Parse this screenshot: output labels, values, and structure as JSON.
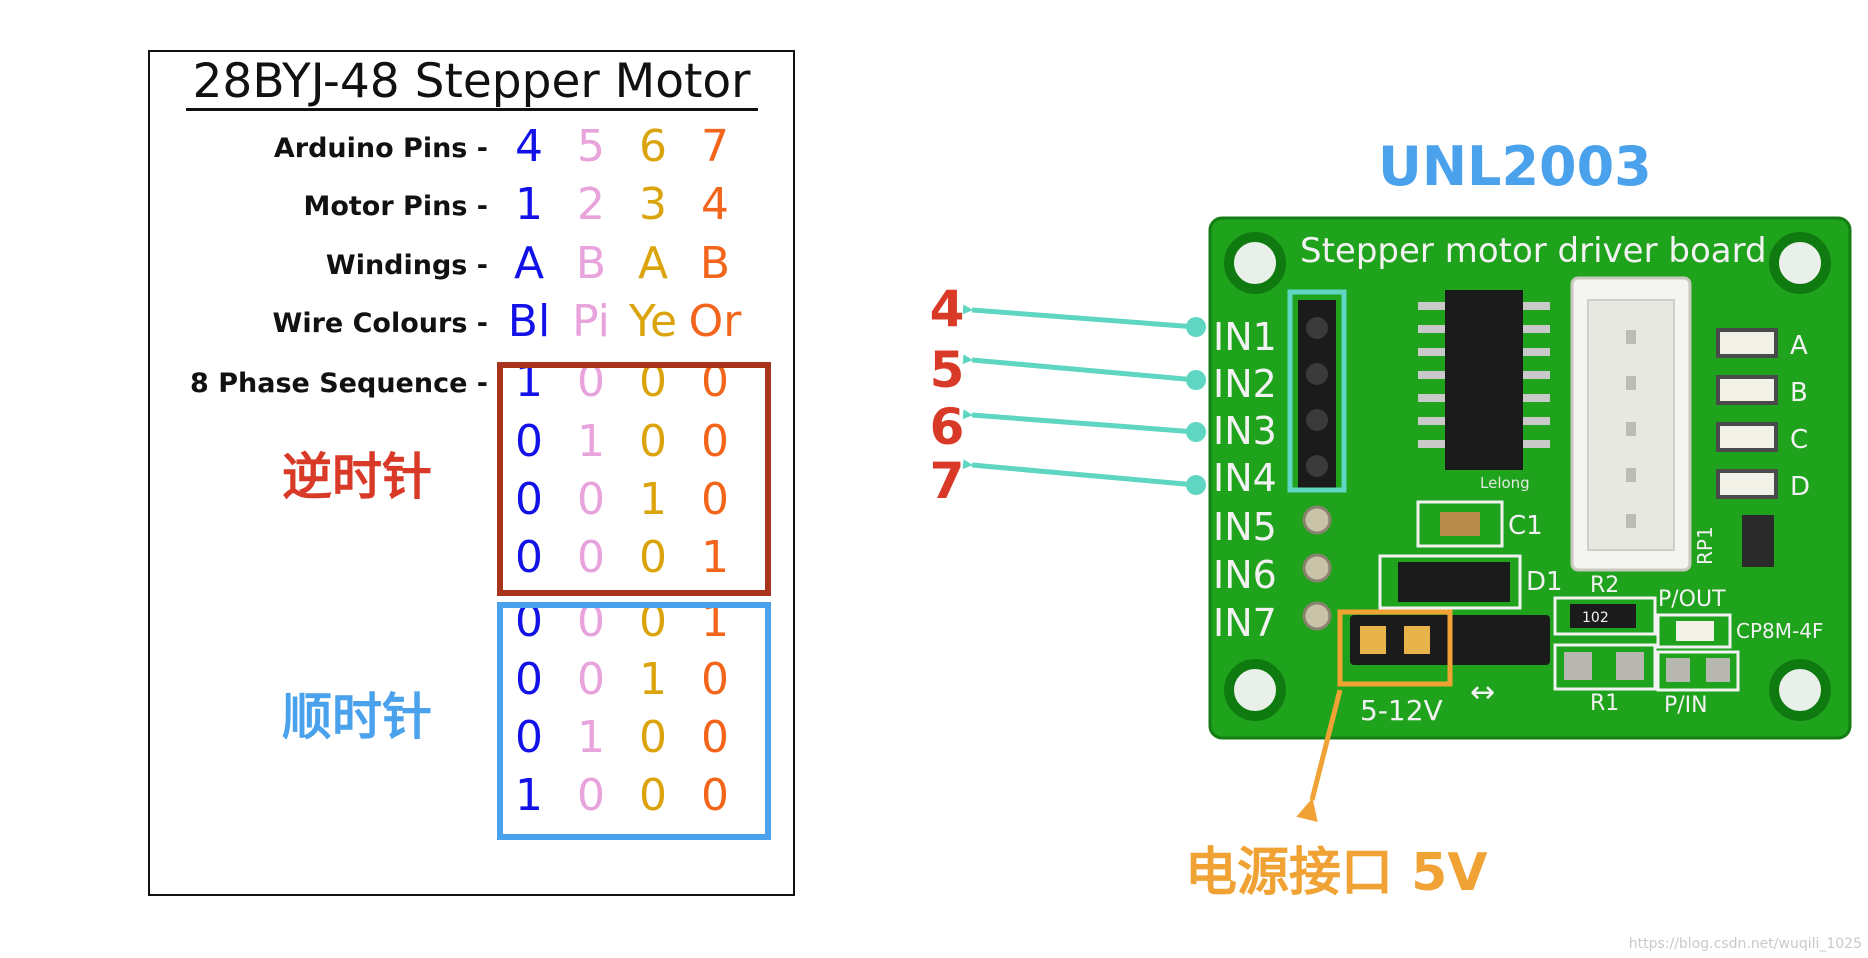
{
  "table": {
    "title": "28BYJ-48 Stepper Motor",
    "rows": [
      {
        "label": "Arduino Pins -",
        "values": [
          "4",
          "5",
          "6",
          "7"
        ]
      },
      {
        "label": "Motor Pins -",
        "values": [
          "1",
          "2",
          "3",
          "4"
        ]
      },
      {
        "label": "Windings -",
        "values": [
          "A",
          "B",
          "A",
          "B"
        ]
      },
      {
        "label": "Wire Colours -",
        "values": [
          "Bl",
          "Pi",
          "Ye",
          "Or"
        ]
      },
      {
        "label": "8 Phase Sequence -",
        "values": [
          "1",
          "0",
          "0",
          "0"
        ]
      }
    ],
    "sequence_ccw": [
      [
        "0",
        "1",
        "0",
        "0"
      ],
      [
        "0",
        "0",
        "1",
        "0"
      ],
      [
        "0",
        "0",
        "0",
        "1"
      ]
    ],
    "sequence_cw": [
      [
        "0",
        "0",
        "0",
        "1"
      ],
      [
        "0",
        "0",
        "1",
        "0"
      ],
      [
        "0",
        "1",
        "0",
        "0"
      ],
      [
        "1",
        "0",
        "0",
        "0"
      ]
    ],
    "ccw_label": "逆时针",
    "cw_label": "顺时针",
    "column_colors": [
      "#1212e8",
      "#e8a2dc",
      "#dba40c",
      "#f2651b"
    ]
  },
  "board": {
    "title": "UNL2003",
    "silkscreen": "Stepper motor driver board",
    "inputs": [
      "IN1",
      "IN2",
      "IN3",
      "IN4",
      "IN5",
      "IN6",
      "IN7"
    ],
    "led_labels": [
      "A",
      "B",
      "C",
      "D"
    ],
    "component_labels": {
      "c1": "C1",
      "d1": "D1",
      "rp1": "RP1",
      "r1": "R1",
      "r2": "R2",
      "pout": "P/OUT",
      "pin": "P/IN",
      "module": "CP8M-4F",
      "voltage": "5-12V",
      "brand": "Lelong",
      "resistor_code": "102"
    },
    "pin_labels": [
      "4",
      "5",
      "6",
      "7"
    ],
    "power_label": "电源接口 5V",
    "colors": {
      "pcb": "#1fa21c",
      "arrows": "#5fd6c2",
      "pin_numbers": "#d93a28",
      "power": "#f0a234"
    }
  },
  "watermark": "https://blog.csdn.net/wuqili_1025"
}
